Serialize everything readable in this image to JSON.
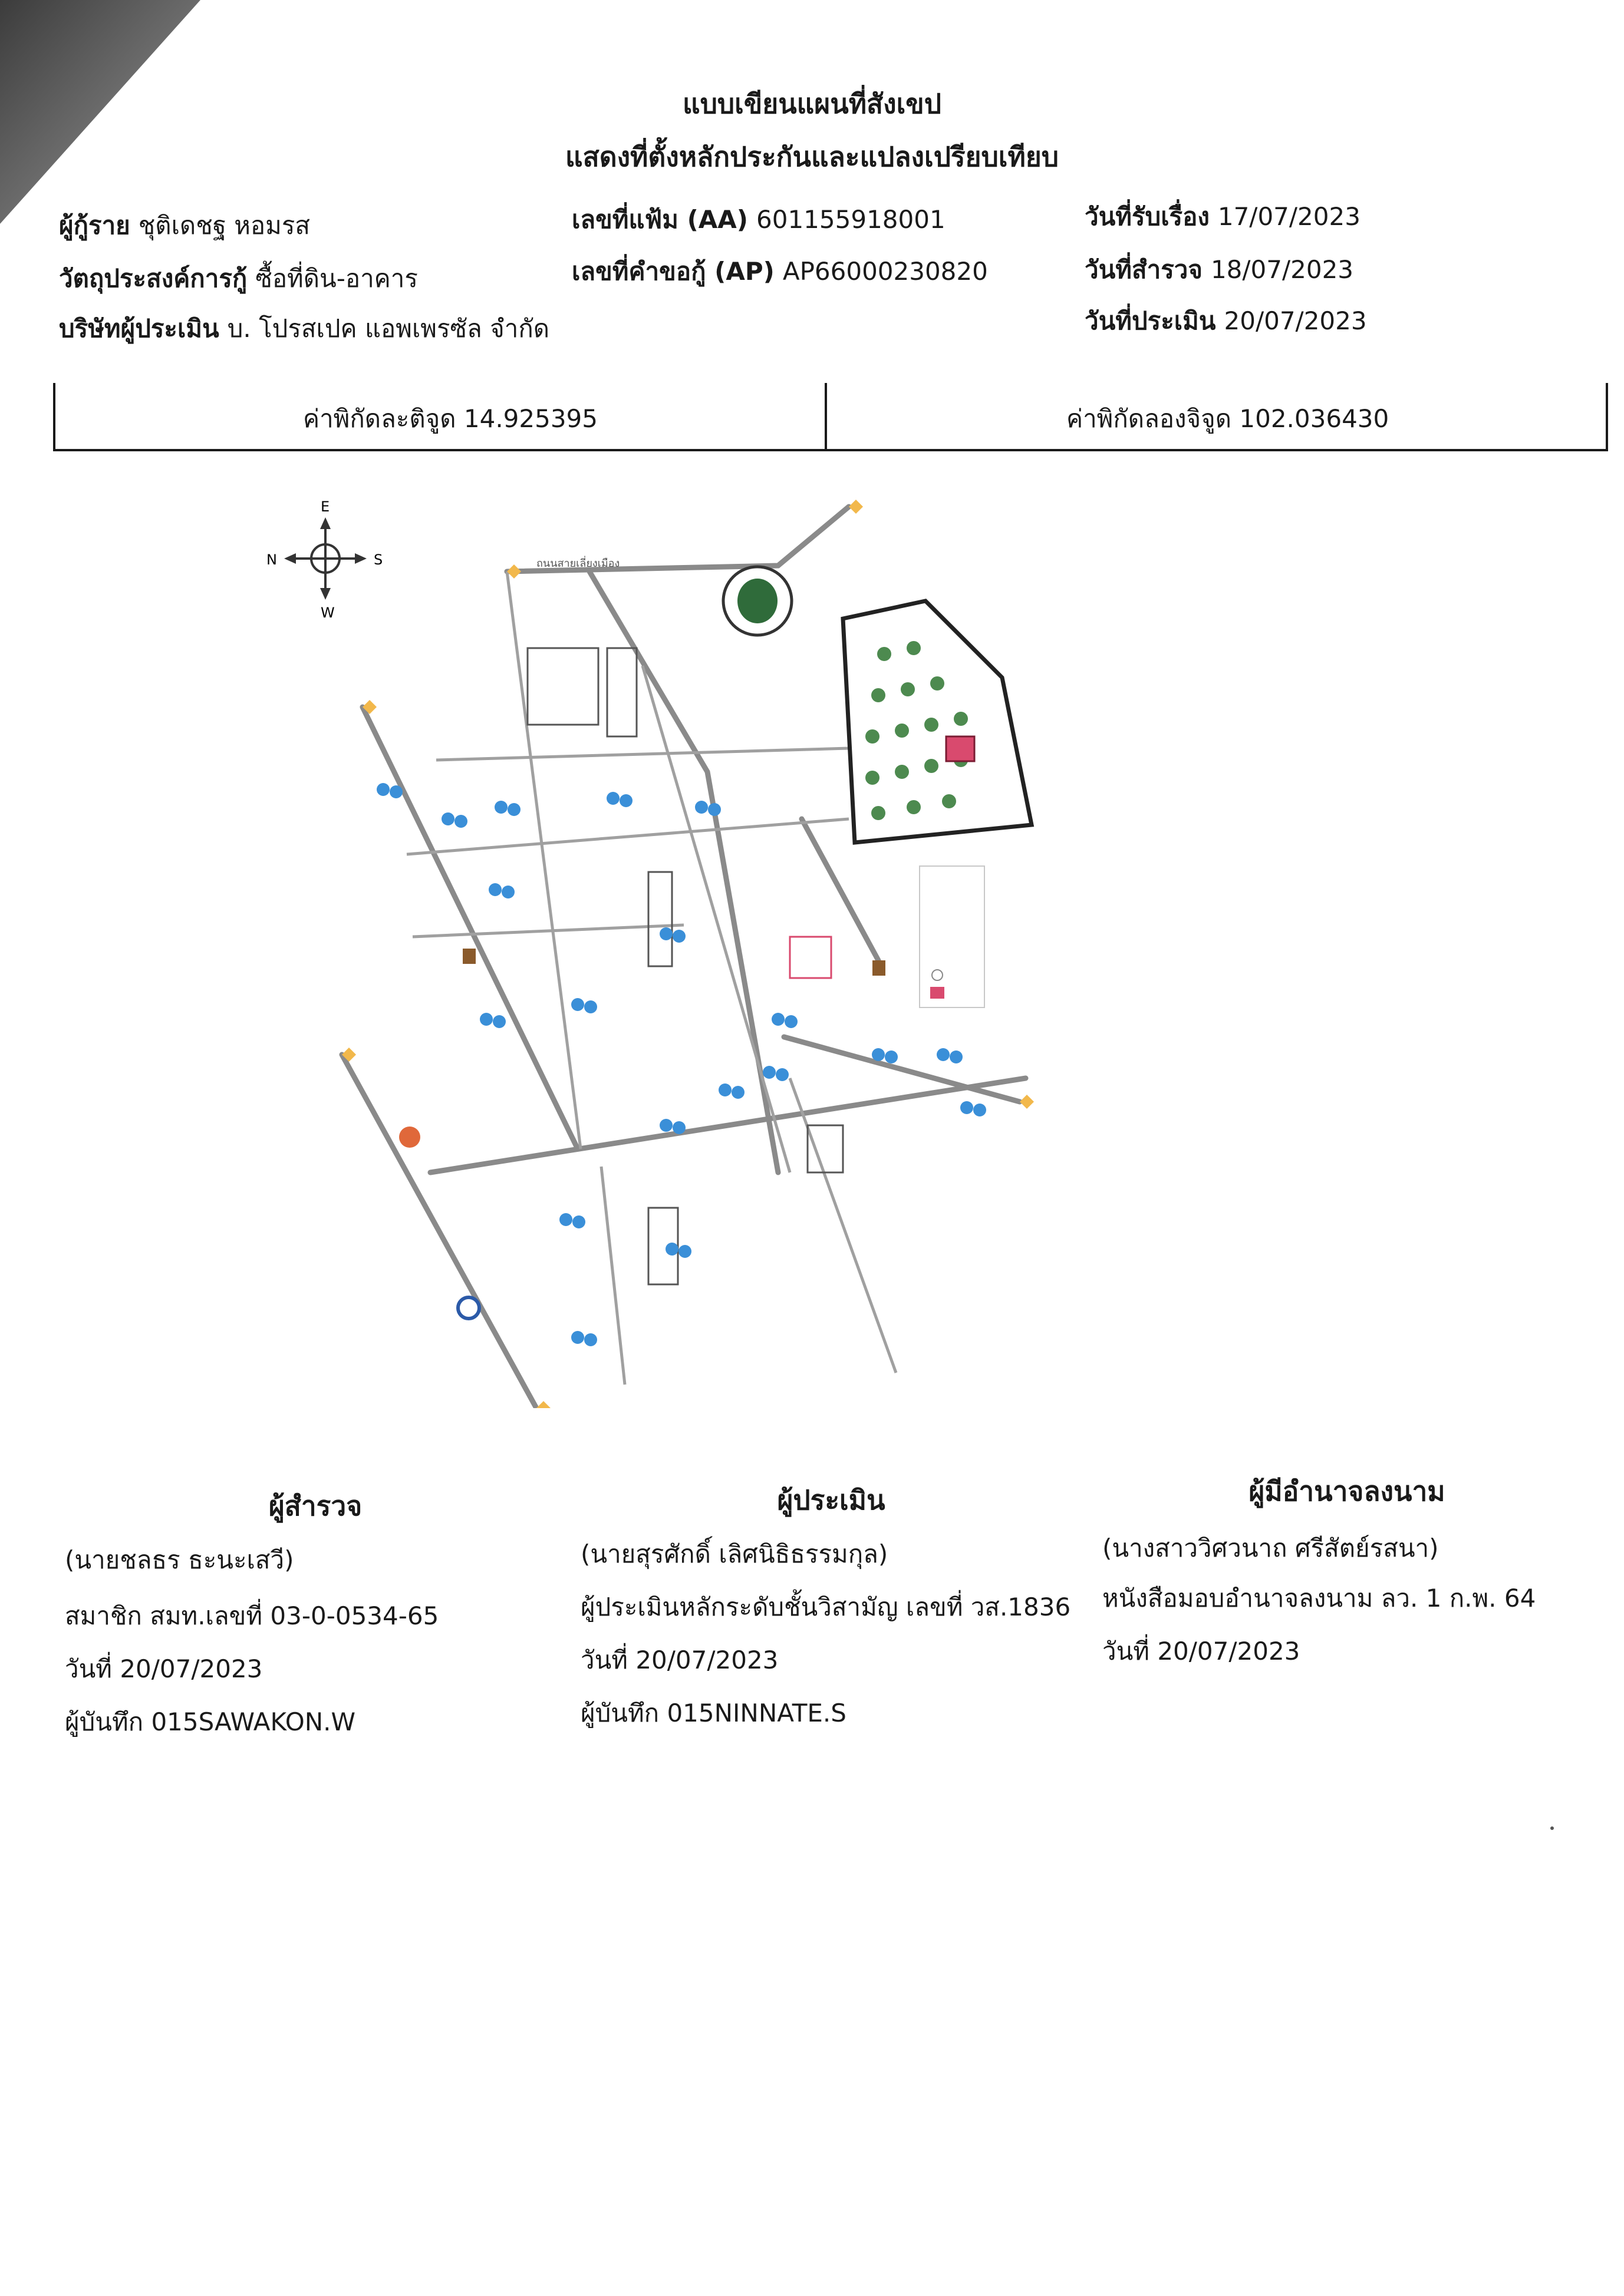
{
  "header": {
    "title_line1": "แบบเขียนแผนที่สังเขป",
    "title_line2": "แสดงที่ตั้งหลักประกันและแปลงเปรียบเทียบ"
  },
  "fields": {
    "borrower_label": "ผู้กู้ราย",
    "borrower_value": "ชุติเดชฐ หอมรส",
    "purpose_label": "วัตถุประสงค์การกู้",
    "purpose_value": "ซื้อที่ดิน-อาคาร",
    "appraiser_company_label": "บริษัทผู้ประเมิน",
    "appraiser_company_value": "บ. โปรสเปค แอพเพรซัล จำกัด",
    "file_no_label": "เลขที่แฟ้ม (AA)",
    "file_no_value": "601155918001",
    "request_no_label": "เลขที่คำขอกู้ (AP)",
    "request_no_value": "AP66000230820",
    "received_date_label": "วันที่รับเรื่อง",
    "received_date_value": "17/07/2023",
    "survey_date_label": "วันที่สำรวจ",
    "survey_date_value": "18/07/2023",
    "appraisal_date_label": "วันที่ประเมิน",
    "appraisal_date_value": "20/07/2023"
  },
  "coordinates": {
    "latitude": "ค่าพิกัดละติจูด 14.925395",
    "longitude": "ค่าพิกัดลองจิจูด 102.036430"
  },
  "map": {
    "compass": {
      "n": "N",
      "s": "S",
      "e": "E",
      "w": "W"
    },
    "road_label": "ถนนสายเลี่ยงเมือง"
  },
  "signatures": {
    "surveyor": {
      "heading": "ผู้สำรวจ",
      "name": "(นายชลธร ธะนะเสวี)",
      "line1": "สมาชิก สมท.เลขที่ 03-0-0534-65",
      "line2": "วันที่ 20/07/2023",
      "line3": "ผู้บันทึก 015SAWAKON.W"
    },
    "appraiser": {
      "heading": "ผู้ประเมิน",
      "name": "(นายสุรศักดิ์ เลิศนิธิธรรมกุล)",
      "line1": "ผู้ประเมินหลักระดับชั้นวิสามัญ เลขที่ วส.1836",
      "line2": "วันที่ 20/07/2023",
      "line3": "ผู้บันทึก 015NINNATE.S"
    },
    "authorized": {
      "heading": "ผู้มีอำนาจลงนาม",
      "name": "(นางสาววิศวนาถ ศรีสัตย์รสนา)",
      "line1": "หนังสือมอบอำนาจลงนาม ลว. 1 ก.พ. 64",
      "line2": "วันที่ 20/07/2023"
    }
  },
  "colors": {
    "subject_plot": "#d94a6e",
    "houses": "#3a8fd8",
    "roads": "#8a8a8a"
  }
}
